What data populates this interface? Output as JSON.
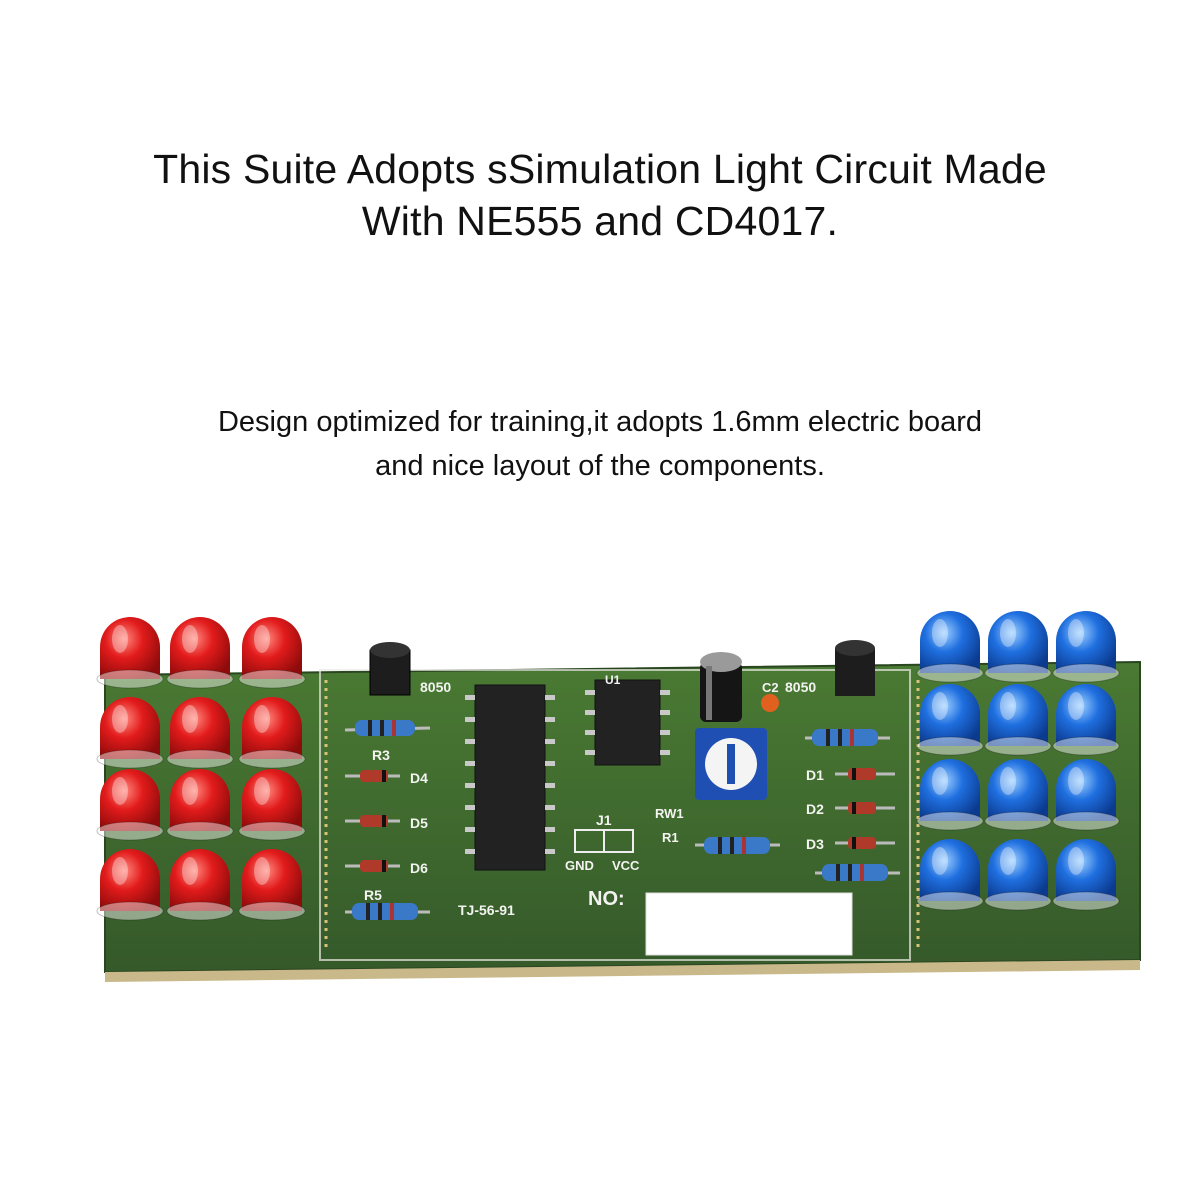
{
  "headline": {
    "line1": "This Suite Adopts sSimulation Light Circuit Made",
    "line2": "With NE555 and CD4017."
  },
  "subline": {
    "line1": "Design optimized for training,it adopts 1.6mm electric board",
    "line2": "and nice layout of the components."
  },
  "board": {
    "colors": {
      "pcb": "#3f6a2c",
      "red_led": "#e01a1a",
      "blue_led": "#1f6fe0",
      "chip": "#222222"
    },
    "labels": {
      "q_left": "8050",
      "q_right": "8050",
      "c2": "C2",
      "r3": "R3",
      "d4": "D4",
      "d5": "D5",
      "d6": "D6",
      "r5": "R5",
      "u1": "U1",
      "j1": "J1",
      "gnd": "GND",
      "vcc": "VCC",
      "rw1": "RW1",
      "r1": "R1",
      "d1": "D1",
      "d2": "D2",
      "d3": "D3",
      "no": "NO:",
      "model": "TJ-56-91"
    }
  }
}
